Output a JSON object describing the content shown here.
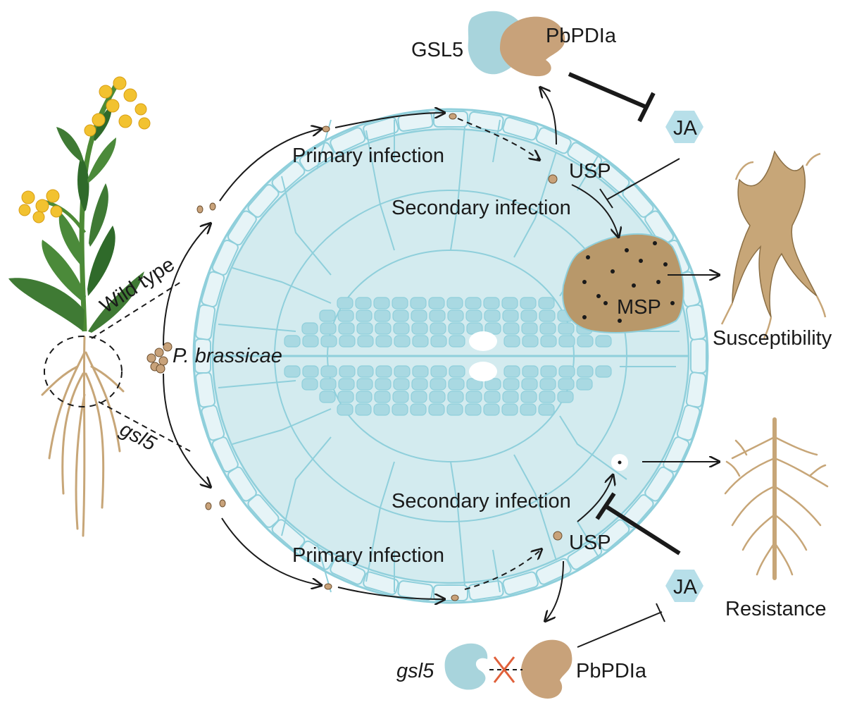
{
  "labels": {
    "wild_type": "Wild type",
    "gsl5_plant": "gsl5",
    "pathogen": "P. brassicae",
    "primary_infection_top": "Primary infection",
    "primary_infection_bottom": "Primary infection",
    "secondary_infection_top": "Secondary infection",
    "secondary_infection_bottom": "Secondary infection",
    "usp_top": "USP",
    "usp_bottom": "USP",
    "msp": "MSP",
    "gsl5_protein": "GSL5",
    "pbpdia_top": "PbPDIa",
    "pbpdia_bottom": "PbPDIa",
    "gsl5_mutant": "gsl5",
    "ja_top": "JA",
    "ja_bottom": "JA",
    "susceptibility": "Susceptibility",
    "resistance": "Resistance"
  },
  "colors": {
    "cell_fill": "#d3ebef",
    "cell_stroke": "#8fcfdb",
    "outer_cell_fill": "#e6f4f7",
    "vascular_fill": "#a9d9e2",
    "protein_blue": "#a8d4dc",
    "protein_brown": "#c8a27a",
    "msp_fill": "#b8986a",
    "ja_hex": "#b7dfe9",
    "root_color": "#c7a678",
    "leaf_green": "#3f7a34",
    "flower_yellow": "#f2c230",
    "red_cross": "#e0603a"
  }
}
